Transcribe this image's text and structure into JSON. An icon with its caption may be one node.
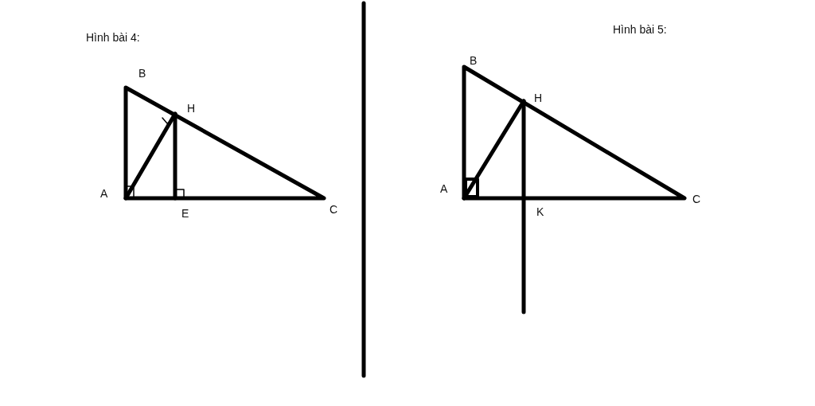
{
  "diagram": {
    "labels": [
      "Hình bài 4:",
      "B",
      "H",
      "A",
      "E",
      "C",
      "Hình bài 5:",
      "B",
      "H",
      "A",
      "K",
      "C"
    ]
  }
}
